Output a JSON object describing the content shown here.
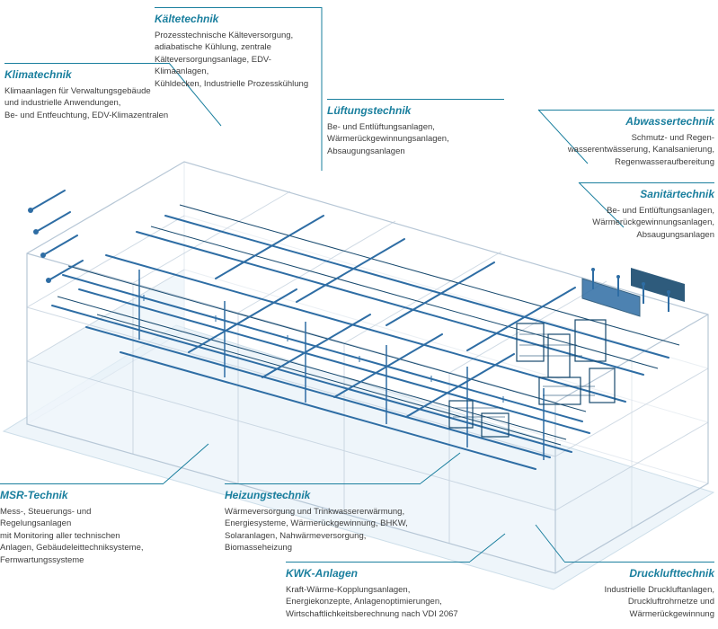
{
  "colors": {
    "accent": "#1a7f9e",
    "text": "#3d3d3d",
    "light": "#b7c7d6",
    "mid": "#2e6da4",
    "dark": "#17496e",
    "slab": "#eef5fa",
    "background": "#ffffff"
  },
  "illustration": {
    "name": "building-services-isometric-drawing",
    "description_semantic": "wireframe industrial building with piping, ducts and plant equipment"
  },
  "callouts": [
    {
      "id": "kaeltetechnik",
      "title": "Kältetechnik",
      "description": "Prozesstechnische Kälteversorgung,\nadiabatische Kühlung, zentrale\nKälteversorgungsanlage, EDV-Klimaanlagen,\nKühldecken, Industrielle Prozesskühlung"
    },
    {
      "id": "klimatechnik",
      "title": "Klimatechnik",
      "description": "Klimaanlagen für Verwaltungsgebäude\nund industrielle Anwendungen,\nBe- und Entfeuchtung, EDV-Klimazentralen"
    },
    {
      "id": "lueftungstechnik",
      "title": "Lüftungstechnik",
      "description": "Be- und Entlüftungsanlagen,\nWärmerückgewinnungsanlagen,\nAbsaugungsanlagen"
    },
    {
      "id": "abwassertechnik",
      "title": "Abwassertechnik",
      "description": "Schmutz- und Regen-\nwasserentwässerung, Kanalsanierung,\nRegenwasseraufbereitung"
    },
    {
      "id": "sanitaertechnik",
      "title": "Sanitärtechnik",
      "description": "Be- und Entlüftungsanlagen,\nWärmerückgewinnungsanlagen,\nAbsaugungsanlagen"
    },
    {
      "id": "msr-technik",
      "title": "MSR-Technik",
      "description": "Mess-, Steuerungs- und Regelungsanlagen\nmit Monitoring aller technischen\nAnlagen, Gebäudeleittechniksysteme,\nFernwartungssysteme"
    },
    {
      "id": "heizungstechnik",
      "title": "Heizungstechnik",
      "description": "Wärmeversorgung und Trinkwassererwärmung,\nEnergiesysteme, Wärmerückgewinnung, BHKW,\nSolaranlagen, Nahwärmeversorgung, Biomasseheizung"
    },
    {
      "id": "kwk-anlagen",
      "title": "KWK-Anlagen",
      "description": "Kraft-Wärme-Kopplungsanlagen,\nEnergiekonzepte, Anlagenoptimierungen,\nWirtschaftlichkeitsberechnung nach VDI 2067"
    },
    {
      "id": "drucklufttechnik",
      "title": "Drucklufttechnik",
      "description": "Industrielle Druckluftanlagen,\nDruckluftrohrnetze und\nWärmerückgewinnung"
    }
  ]
}
